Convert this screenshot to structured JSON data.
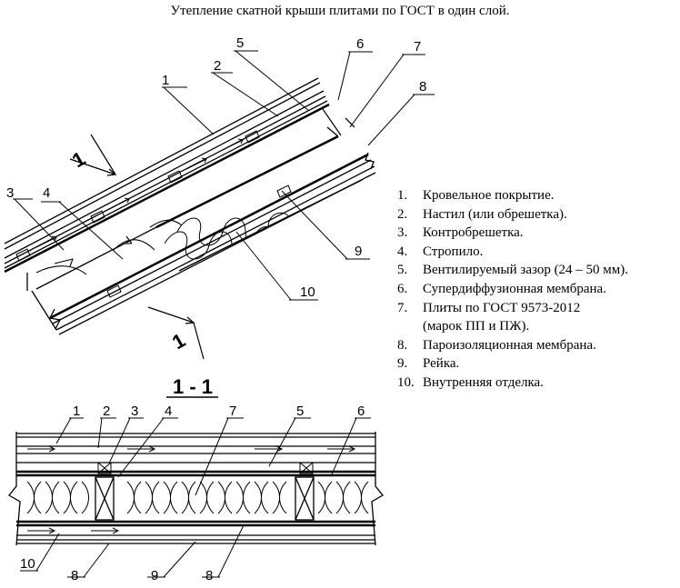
{
  "title": "Утепление скатной крыши плитами по ГОСТ в один слой.",
  "section_label": "1 - 1",
  "section_marker": "1",
  "callouts_top": [
    "1",
    "2",
    "3",
    "4",
    "5",
    "6",
    "7",
    "8",
    "9",
    "10"
  ],
  "callouts_bottom": [
    "1",
    "2",
    "3",
    "4",
    "7",
    "5",
    "6",
    "10",
    "8",
    "9",
    "8"
  ],
  "legend": [
    {
      "num": "1.",
      "text": "Кровельное покрытие."
    },
    {
      "num": "2.",
      "text": "Настил (или обрешетка)."
    },
    {
      "num": "3.",
      "text": "Контробрешетка."
    },
    {
      "num": "4.",
      "text": "Стропило."
    },
    {
      "num": "5.",
      "text": "Вентилируемый зазор (24 – 50 мм)."
    },
    {
      "num": "6.",
      "text": "Супердиффузионная мембрана."
    },
    {
      "num": "7.",
      "text": "Плиты по ГОСТ 9573-2012",
      "cont": "(марок ПП и ПЖ)."
    },
    {
      "num": "8.",
      "text": "Пароизоляционная мембрана."
    },
    {
      "num": "9.",
      "text": "Рейка."
    },
    {
      "num": "10.",
      "text": "Внутренняя отделка."
    }
  ]
}
